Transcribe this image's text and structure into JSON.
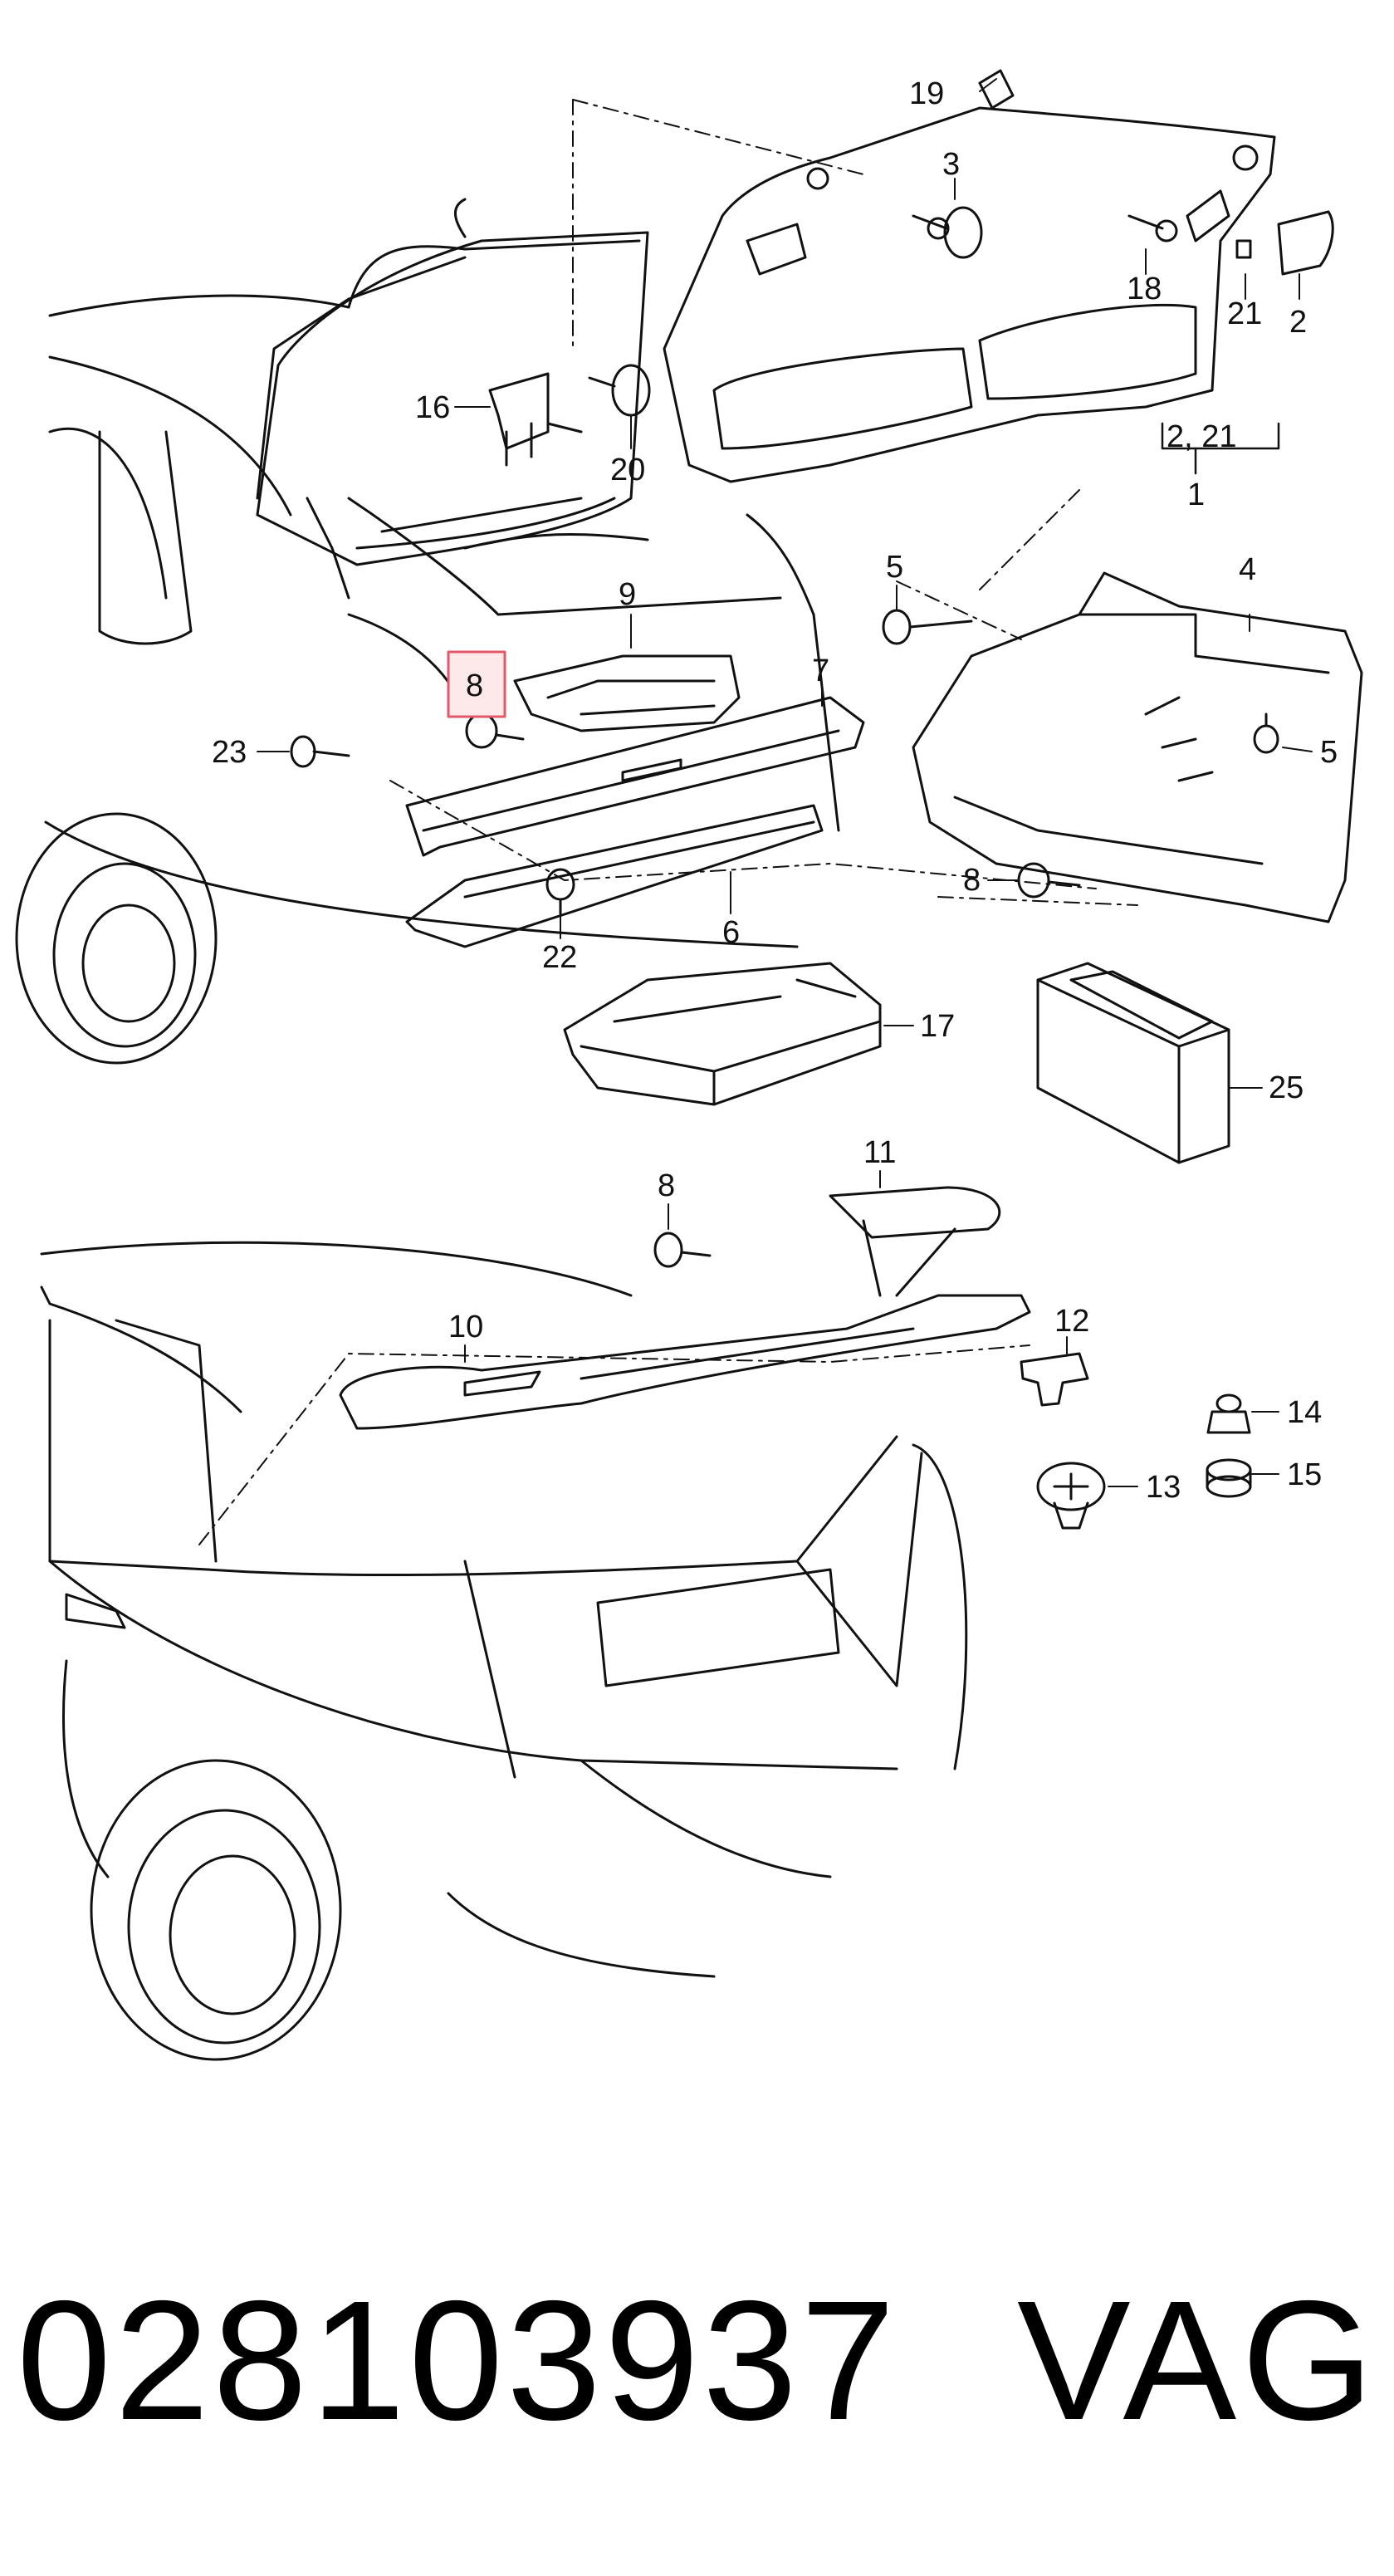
{
  "diagram": {
    "labels": {
      "l19": "19",
      "l3": "3",
      "l18": "18",
      "l21a": "21",
      "l2a": "2",
      "l2_21": "2, 21",
      "l1": "1",
      "l16": "16",
      "l20": "20",
      "l5a": "5",
      "l4": "4",
      "l5b": "5",
      "l9": "9",
      "l8a": "8",
      "l7": "7",
      "l23": "23",
      "l22": "22",
      "l6": "6",
      "l8b": "8",
      "l17": "17",
      "l25": "25",
      "l8c": "8",
      "l11": "11",
      "l10": "10",
      "l12": "12",
      "l14": "14",
      "l15": "15",
      "l13": "13"
    },
    "highlight_color": "#e05a6a",
    "highlighted_label": "8"
  },
  "footer": {
    "part_number": "028103937",
    "brand": "VAG"
  }
}
